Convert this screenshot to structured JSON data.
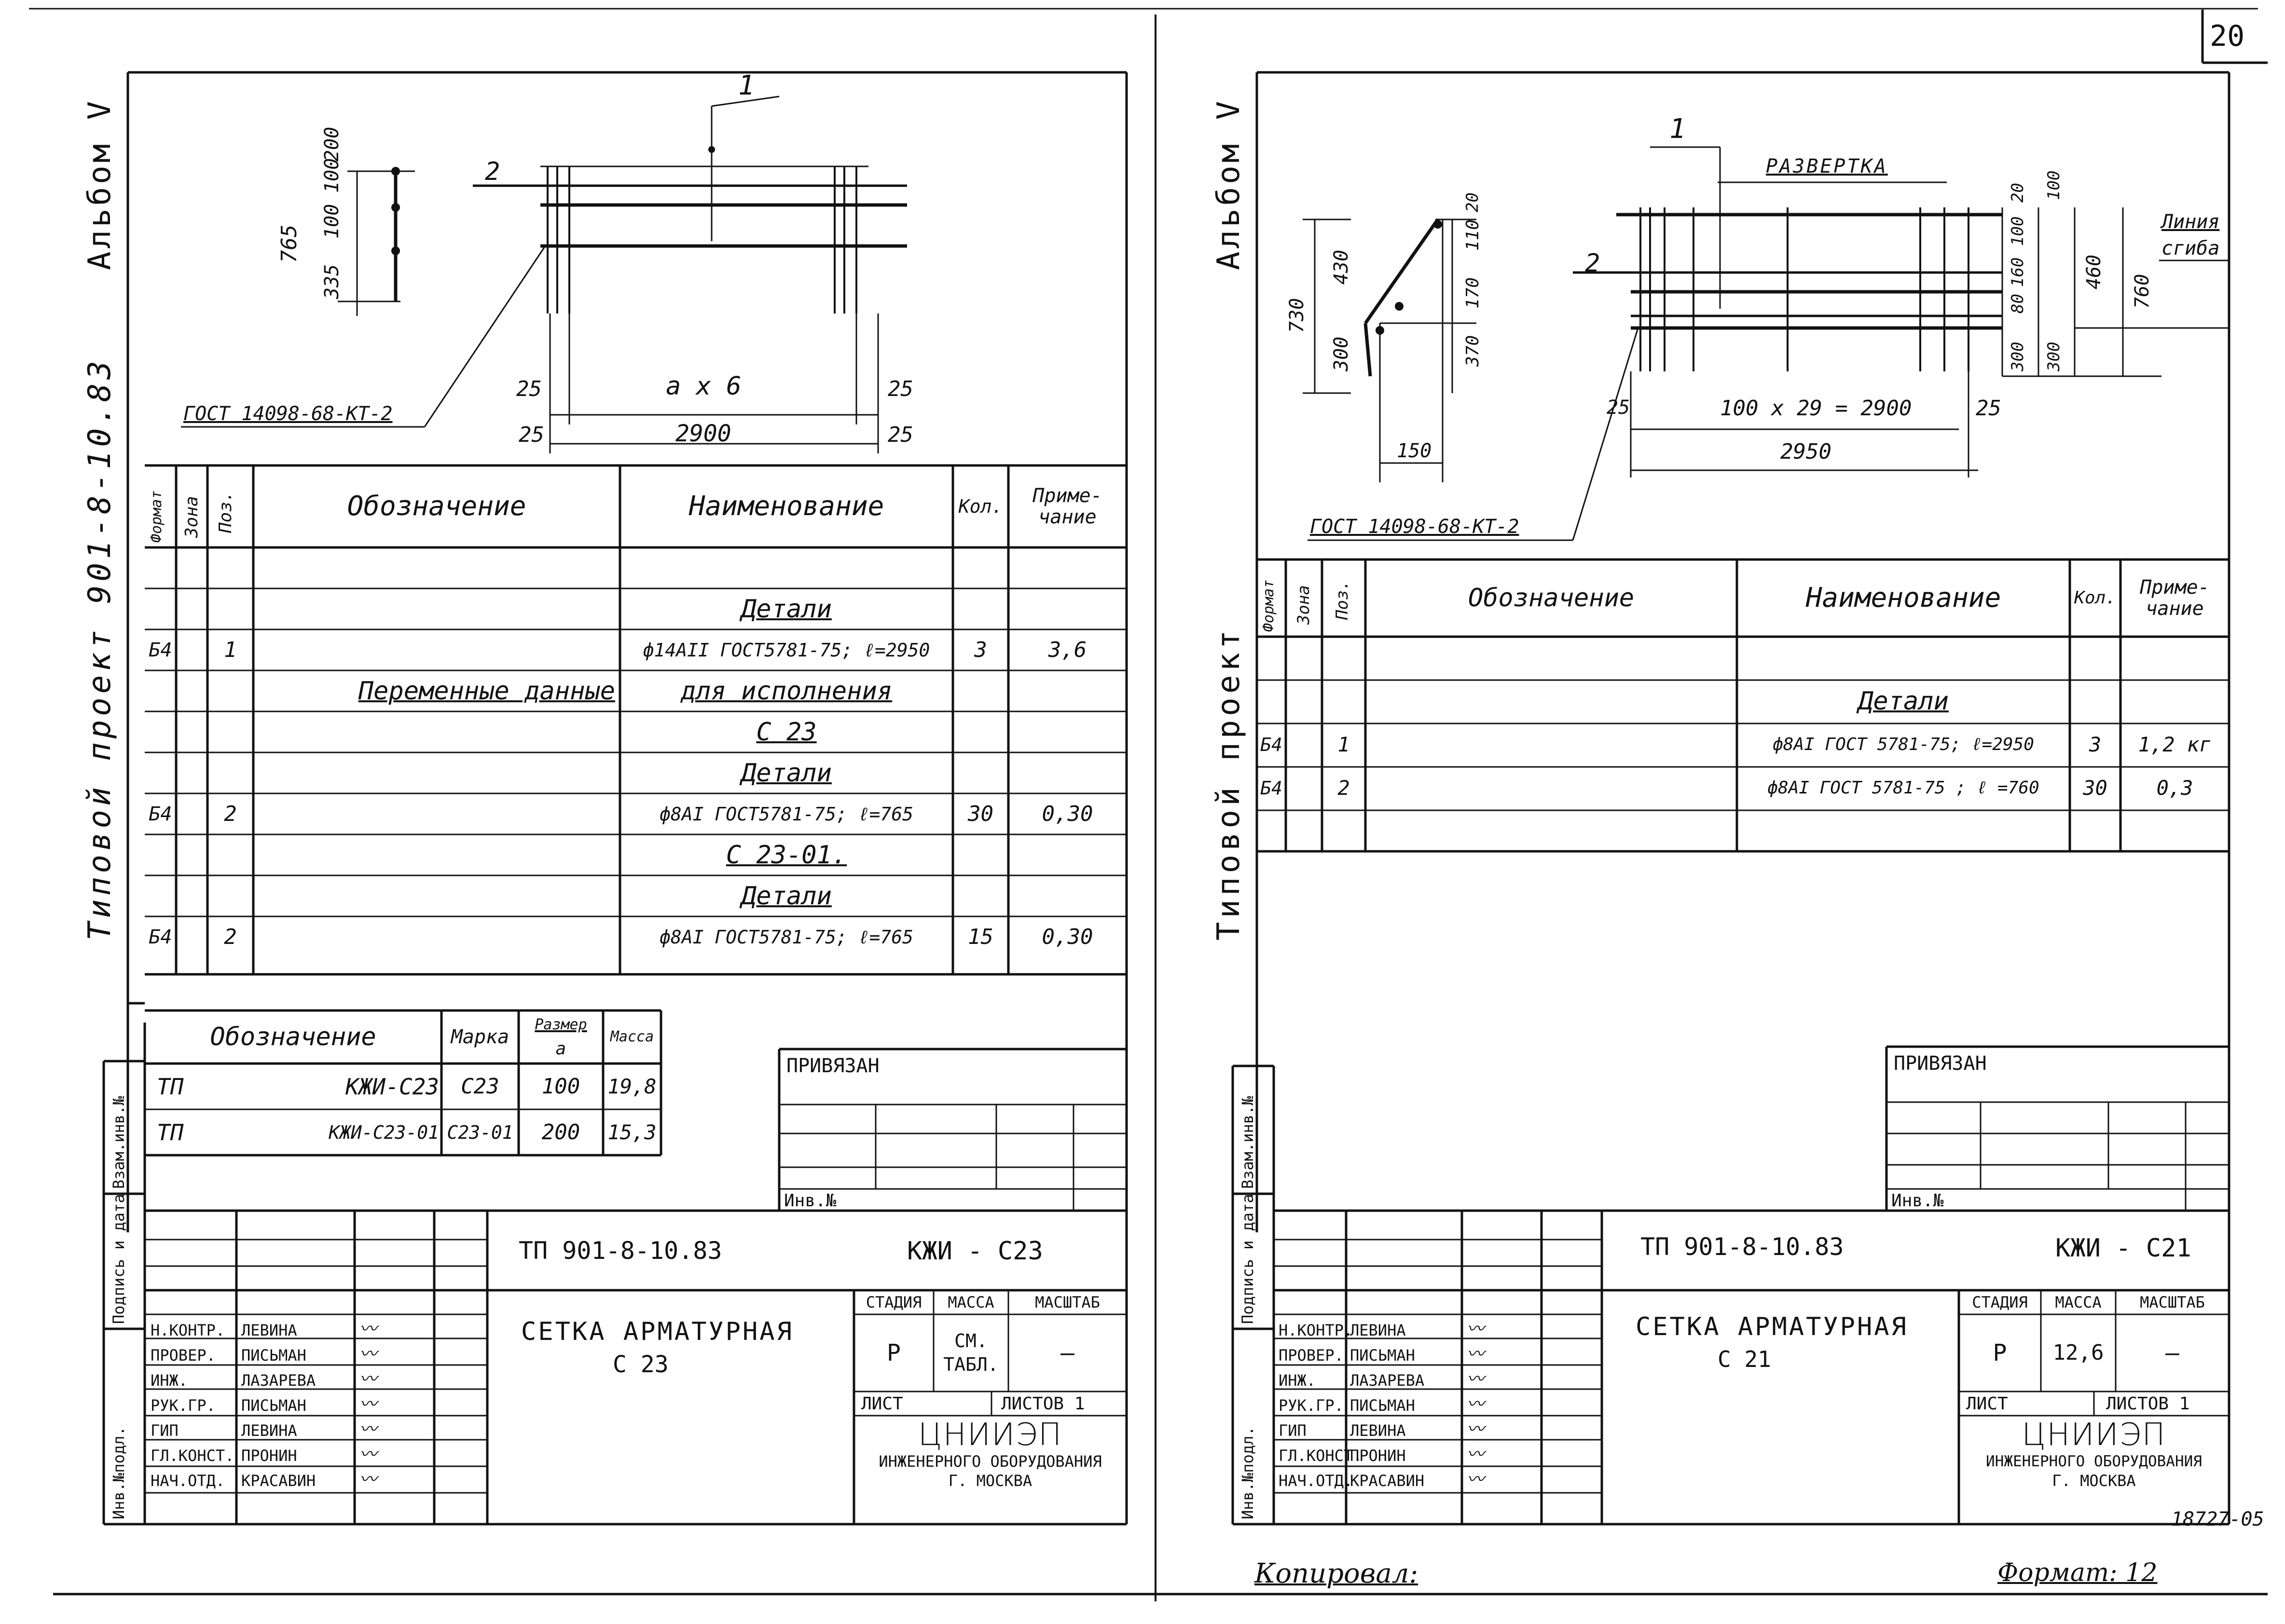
{
  "page": {
    "number": "20",
    "doc_number": "18727-05",
    "copied_by": "Копировал:",
    "format": "Формат: 12"
  },
  "left_sheet": {
    "album": "Альбом V",
    "project": "Типовой проект 901-8-10.83",
    "drawing": {
      "callout_1": "1",
      "callout_2": "2",
      "dims_vertical": [
        "765",
        "335",
        "100",
        "100",
        "200"
      ],
      "dim_25_a": "25",
      "dim_25_b": "25",
      "dim_25_c": "25",
      "dim_25_d": "25",
      "dim_ax6": "a x 6",
      "dim_2900": "2900",
      "gost": "ГОСТ 14098-68-КТ-2"
    },
    "spec": {
      "headers": {
        "format": "Формат",
        "zone": "Зона",
        "pos": "Поз.",
        "designation": "Обозначение",
        "name": "Наименование",
        "qty": "Кол.",
        "note": "Приме-чание"
      },
      "rows": [
        {
          "fmt": "",
          "pos": "",
          "des": "",
          "name": "",
          "qty": "",
          "note": ""
        },
        {
          "fmt": "",
          "pos": "",
          "des": "",
          "name": "Детали",
          "qty": "",
          "note": ""
        },
        {
          "fmt": "Б4",
          "pos": "1",
          "des": "",
          "name": "ф14АII ГОСТ5781-75; ℓ=2950",
          "qty": "3",
          "note": "3,6"
        },
        {
          "fmt": "",
          "pos": "",
          "des": "Переменные данные",
          "name": "для исполнения",
          "qty": "",
          "note": ""
        },
        {
          "fmt": "",
          "pos": "",
          "des": "",
          "name": "С 23",
          "qty": "",
          "note": ""
        },
        {
          "fmt": "",
          "pos": "",
          "des": "",
          "name": "Детали",
          "qty": "",
          "note": ""
        },
        {
          "fmt": "Б4",
          "pos": "2",
          "des": "",
          "name": "ф8АI ГОСТ5781-75; ℓ=765",
          "qty": "30",
          "note": "0,30"
        },
        {
          "fmt": "",
          "pos": "",
          "des": "",
          "name": "С 23-01.",
          "qty": "",
          "note": ""
        },
        {
          "fmt": "",
          "pos": "",
          "des": "",
          "name": "Детали",
          "qty": "",
          "note": ""
        },
        {
          "fmt": "Б4",
          "pos": "2",
          "des": "",
          "name": "ф8АI ГОСТ5781-75; ℓ=765",
          "qty": "15",
          "note": "0,30"
        }
      ]
    },
    "variants": {
      "headers": {
        "designation": "Обозначение",
        "mark": "Марка",
        "size": "Размер",
        "size_sub": "a",
        "mass": "Масса"
      },
      "rows": [
        {
          "prefix": "ТП",
          "des": "КЖИ-С23",
          "mark": "С23",
          "size": "100",
          "mass": "19,8"
        },
        {
          "prefix": "ТП",
          "des": "КЖИ-С23-01",
          "mark": "С23-01",
          "size": "200",
          "mass": "15,3"
        }
      ]
    },
    "privyazan": "ПРИВЯЗАН",
    "inv_no": "Инв.№",
    "side_labels": [
      "Взам.инв.№",
      "Подпись и дата",
      "Инв.№подл."
    ],
    "title_block": {
      "code": "ТП 901-8-10.83",
      "mark": "КЖИ - С23",
      "title_line1": "СЕТКА АРМАТУРНАЯ",
      "title_line2": "С 23",
      "stage_h": "СТАДИЯ",
      "mass_h": "МАССА",
      "scale_h": "МАСШТАБ",
      "stage": "Р",
      "mass": "СМ. ТАБЛ.",
      "scale": "—",
      "sheet": "ЛИСТ",
      "sheets": "ЛИСТОВ 1",
      "org1": "ЦНИИЭП",
      "org2": "ИНЖЕНЕРНОГО ОБОРУДОВАНИЯ",
      "org3": "Г. МОСКВА",
      "people": [
        {
          "role": "Н.КОНТР.",
          "name": "ЛЕВИНА"
        },
        {
          "role": "ПРОВЕР.",
          "name": "ПИСЬМАН"
        },
        {
          "role": "ИНЖ.",
          "name": "ЛАЗАРЕВА"
        },
        {
          "role": "РУК.ГР.",
          "name": "ПИСЬМАН"
        },
        {
          "role": "ГИП",
          "name": "ЛЕВИНА"
        },
        {
          "role": "ГЛ.КОНСТ.",
          "name": "ПРОНИН"
        },
        {
          "role": "НАЧ.ОТД.",
          "name": "КРАСАВИН"
        }
      ]
    }
  },
  "right_sheet": {
    "album": "Альбом V",
    "project": "Типовой проект",
    "drawing": {
      "callout_1": "1",
      "callout_2": "2",
      "razvertka": "РАЗВЕРТКА",
      "line_bend_1": "Линия",
      "line_bend_2": "сгиба",
      "dims_left": [
        "730",
        "430",
        "300",
        "110",
        "170",
        "370",
        "20",
        "150"
      ],
      "dims_right": [
        "20",
        "100",
        "100",
        "160",
        "80",
        "300",
        "300",
        "460",
        "760"
      ],
      "dim_25_a": "25",
      "dim_25_b": "25",
      "dim_100x29": "100 x 29 = 2900",
      "dim_2950": "2950",
      "gost": "ГОСТ 14098-68-КТ-2"
    },
    "spec": {
      "headers": {
        "format": "Формат",
        "zone": "Зона",
        "pos": "Поз.",
        "designation": "Обозначение",
        "name": "Наименование",
        "qty": "Кол.",
        "note": "Приме-чание"
      },
      "rows": [
        {
          "fmt": "",
          "pos": "",
          "name": "",
          "qty": "",
          "note": ""
        },
        {
          "fmt": "",
          "pos": "",
          "name": "Детали",
          "qty": "",
          "note": ""
        },
        {
          "fmt": "Б4",
          "pos": "1",
          "name": "ф8АI ГОСТ 5781-75; ℓ=2950",
          "qty": "3",
          "note": "1,2 кг"
        },
        {
          "fmt": "Б4",
          "pos": "2",
          "name": "ф8АI ГОСТ 5781-75 ; ℓ =760",
          "qty": "30",
          "note": "0,3"
        },
        {
          "fmt": "",
          "pos": "",
          "name": "",
          "qty": "",
          "note": ""
        }
      ]
    },
    "privyazan": "ПРИВЯЗАН",
    "inv_no": "Инв.№",
    "side_labels": [
      "Взам.инв.№",
      "Подпись и дата",
      "Инв.№подл."
    ],
    "title_block": {
      "code": "ТП 901-8-10.83",
      "mark": "КЖИ - С21",
      "title_line1": "СЕТКА АРМАТУРНАЯ",
      "title_line2": "С 21",
      "stage_h": "СТАДИЯ",
      "mass_h": "МАССА",
      "scale_h": "МАСШТАБ",
      "stage": "Р",
      "mass": "12,6",
      "scale": "—",
      "sheet": "ЛИСТ",
      "sheets": "ЛИСТОВ 1",
      "org1": "ЦНИИЭП",
      "org2": "ИНЖЕНЕРНОГО ОБОРУДОВАНИЯ",
      "org3": "Г. МОСКВА",
      "people": [
        {
          "role": "Н.КОНТР.",
          "name": "ЛЕВИНА"
        },
        {
          "role": "ПРОВЕР.",
          "name": "ПИСЬМАН"
        },
        {
          "role": "ИНЖ.",
          "name": "ЛАЗАРЕВА"
        },
        {
          "role": "РУК.ГР.",
          "name": "ПИСЬМАН"
        },
        {
          "role": "ГИП",
          "name": "ЛЕВИНА"
        },
        {
          "role": "ГЛ.КОНСТ.",
          "name": "ПРОНИН"
        },
        {
          "role": "НАЧ.ОТД.",
          "name": "КРАСАВИН"
        }
      ]
    }
  }
}
